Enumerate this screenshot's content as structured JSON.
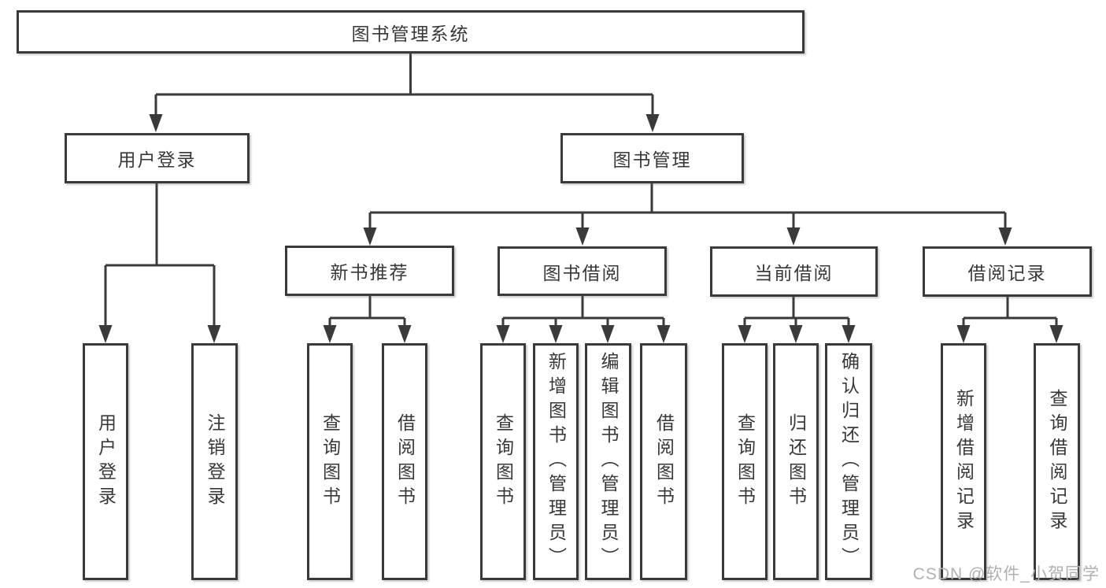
{
  "diagram": {
    "root": {
      "label": "图书管理系统"
    },
    "branches": [
      {
        "label": "用户登录",
        "children": [
          {
            "label": "用户登录"
          },
          {
            "label": "注销登录"
          }
        ]
      },
      {
        "label": "图书管理",
        "children": [
          {
            "label": "新书推荐",
            "children": [
              {
                "label": "查询图书"
              },
              {
                "label": "借阅图书"
              }
            ]
          },
          {
            "label": "图书借阅",
            "children": [
              {
                "label": "查询图书"
              },
              {
                "label": "新增图书（管理员）"
              },
              {
                "label": "编辑图书（管理员）"
              },
              {
                "label": "借阅图书"
              }
            ]
          },
          {
            "label": "当前借阅",
            "children": [
              {
                "label": "查询图书"
              },
              {
                "label": "归还图书"
              },
              {
                "label": "确认归还（管理员）"
              }
            ]
          },
          {
            "label": "借阅记录",
            "children": [
              {
                "label": "新增借阅记录"
              },
              {
                "label": "查询借阅记录"
              }
            ]
          }
        ]
      }
    ],
    "watermark": "CSDN @软件_小贺同学",
    "colors": {
      "line": "#3a3a3a",
      "box_border": "#3a3a3a",
      "box_fill": "#ffffff",
      "text": "#383838",
      "watermark": "#b0b0b0"
    }
  }
}
